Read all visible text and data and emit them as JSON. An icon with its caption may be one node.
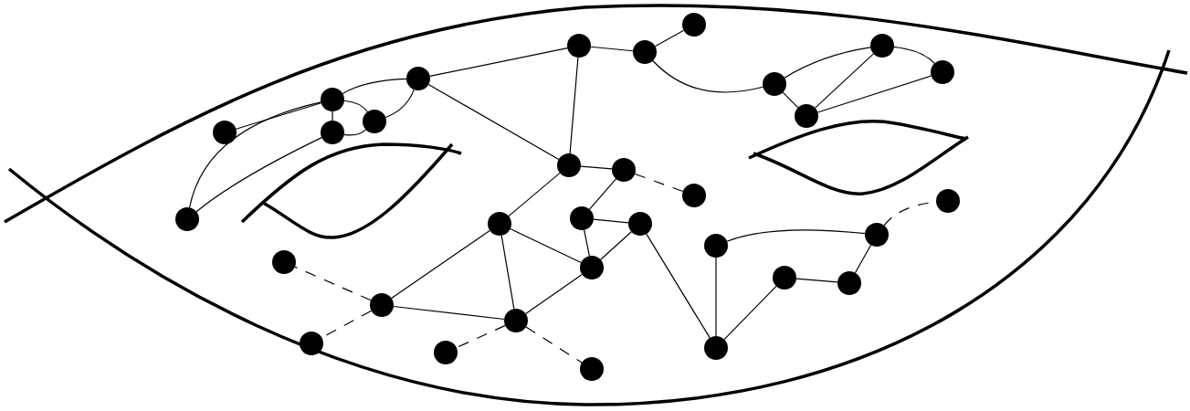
{
  "diagram": {
    "nodes": [
      {
        "text": [],
        "shape": "circle"
      },
      {
        "text": [],
        "shape": "circle"
      },
      {
        "text": [],
        "shape": "circle"
      },
      {
        "text": [],
        "shape": "circle"
      },
      {
        "text": [],
        "shape": "circle"
      },
      {
        "text": [],
        "shape": "circle"
      },
      {
        "text": [],
        "shape": "circle"
      },
      {
        "text": [],
        "shape": "circle"
      },
      {
        "text": [],
        "shape": "circle"
      },
      {
        "text": [],
        "shape": "circle"
      },
      {
        "text": [],
        "shape": "circle"
      },
      {
        "text": [],
        "shape": "circle"
      },
      {
        "text": [],
        "shape": "circle"
      },
      {
        "text": [],
        "shape": "circle"
      },
      {
        "text": [],
        "shape": "circle"
      },
      {
        "text": [],
        "shape": "circle"
      },
      {
        "text": [],
        "shape": "circle"
      },
      {
        "text": [],
        "shape": "circle"
      },
      {
        "text": [],
        "shape": "circle"
      },
      {
        "text": [],
        "shape": "circle"
      },
      {
        "text": [],
        "shape": "circle"
      },
      {
        "text": [],
        "shape": "circle"
      },
      {
        "text": [],
        "shape": "circle"
      },
      {
        "text": [],
        "shape": "circle"
      },
      {
        "text": [],
        "shape": "circle"
      },
      {
        "text": [],
        "shape": "circle"
      },
      {
        "text": [],
        "shape": "circle"
      },
      {
        "text": [],
        "shape": "circle"
      },
      {
        "text": [],
        "shape": "circle"
      },
      {
        "text": [],
        "shape": "circle"
      },
      {
        "text": [],
        "shape": "circle"
      },
      {
        "text": [],
        "shape": "circle"
      }
    ],
    "edges": [
      {
        "from": 1,
        "to": 4,
        "arrow": "none"
      },
      {
        "from": 4,
        "to": 5,
        "arrow": "none"
      },
      {
        "from": 4,
        "to": 6,
        "arrow": "none"
      },
      {
        "from": 4,
        "to": 8,
        "arrow": "none"
      },
      {
        "from": 5,
        "to": 6,
        "arrow": "none"
      },
      {
        "from": 6,
        "to": 8,
        "arrow": "none"
      },
      {
        "from": 0,
        "to": 4,
        "arrow": "none"
      },
      {
        "from": 0,
        "to": 5,
        "arrow": "none"
      },
      {
        "from": 8,
        "to": 13,
        "arrow": "none"
      },
      {
        "from": 8,
        "to": 12,
        "arrow": "none"
      },
      {
        "from": 13,
        "to": 19,
        "arrow": "none"
      },
      {
        "from": 19,
        "to": 20,
        "arrow": "none"
      },
      {
        "from": 13,
        "to": 12,
        "arrow": "none"
      },
      {
        "from": 19,
        "to": 24,
        "arrow": "none"
      },
      {
        "from": 24,
        "to": 29,
        "arrow": "none"
      },
      {
        "from": 24,
        "to": 26,
        "arrow": "none"
      },
      {
        "from": 26,
        "to": 29,
        "arrow": "none"
      },
      {
        "from": 26,
        "to": 30,
        "arrow": "none"
      },
      {
        "from": 29,
        "to": 30,
        "arrow": "none"
      },
      {
        "from": 12,
        "to": 17,
        "arrow": "none"
      },
      {
        "from": 17,
        "to": 21,
        "arrow": "none",
        "style": "dashed"
      },
      {
        "from": 12,
        "to": 10,
        "arrow": "none"
      },
      {
        "from": 17,
        "to": 14,
        "arrow": "none"
      },
      {
        "from": 14,
        "to": 18,
        "arrow": "none"
      },
      {
        "from": 14,
        "to": 15,
        "arrow": "none"
      },
      {
        "from": 18,
        "to": 15,
        "arrow": "none"
      },
      {
        "from": 18,
        "to": 23,
        "arrow": "none"
      },
      {
        "from": 10,
        "to": 7,
        "arrow": "none"
      },
      {
        "from": 10,
        "to": 15,
        "arrow": "none"
      },
      {
        "from": 10,
        "to": 11,
        "arrow": "none"
      },
      {
        "from": 7,
        "to": 2,
        "arrow": "none",
        "style": "dashed"
      },
      {
        "from": 7,
        "to": 3,
        "arrow": "none",
        "style": "dashed"
      },
      {
        "from": 7,
        "to": 11,
        "arrow": "none"
      },
      {
        "from": 11,
        "to": 15,
        "arrow": "none"
      },
      {
        "from": 11,
        "to": 9,
        "arrow": "none",
        "style": "dashed"
      },
      {
        "from": 11,
        "to": 16,
        "arrow": "none",
        "style": "dashed"
      },
      {
        "from": 22,
        "to": 23,
        "arrow": "none"
      },
      {
        "from": 22,
        "to": 28,
        "arrow": "none"
      },
      {
        "from": 23,
        "to": 25,
        "arrow": "none"
      },
      {
        "from": 25,
        "to": 27,
        "arrow": "none"
      },
      {
        "from": 27,
        "to": 28,
        "arrow": "none"
      },
      {
        "from": 28,
        "to": 31,
        "arrow": "none",
        "style": "dashed"
      }
    ]
  }
}
